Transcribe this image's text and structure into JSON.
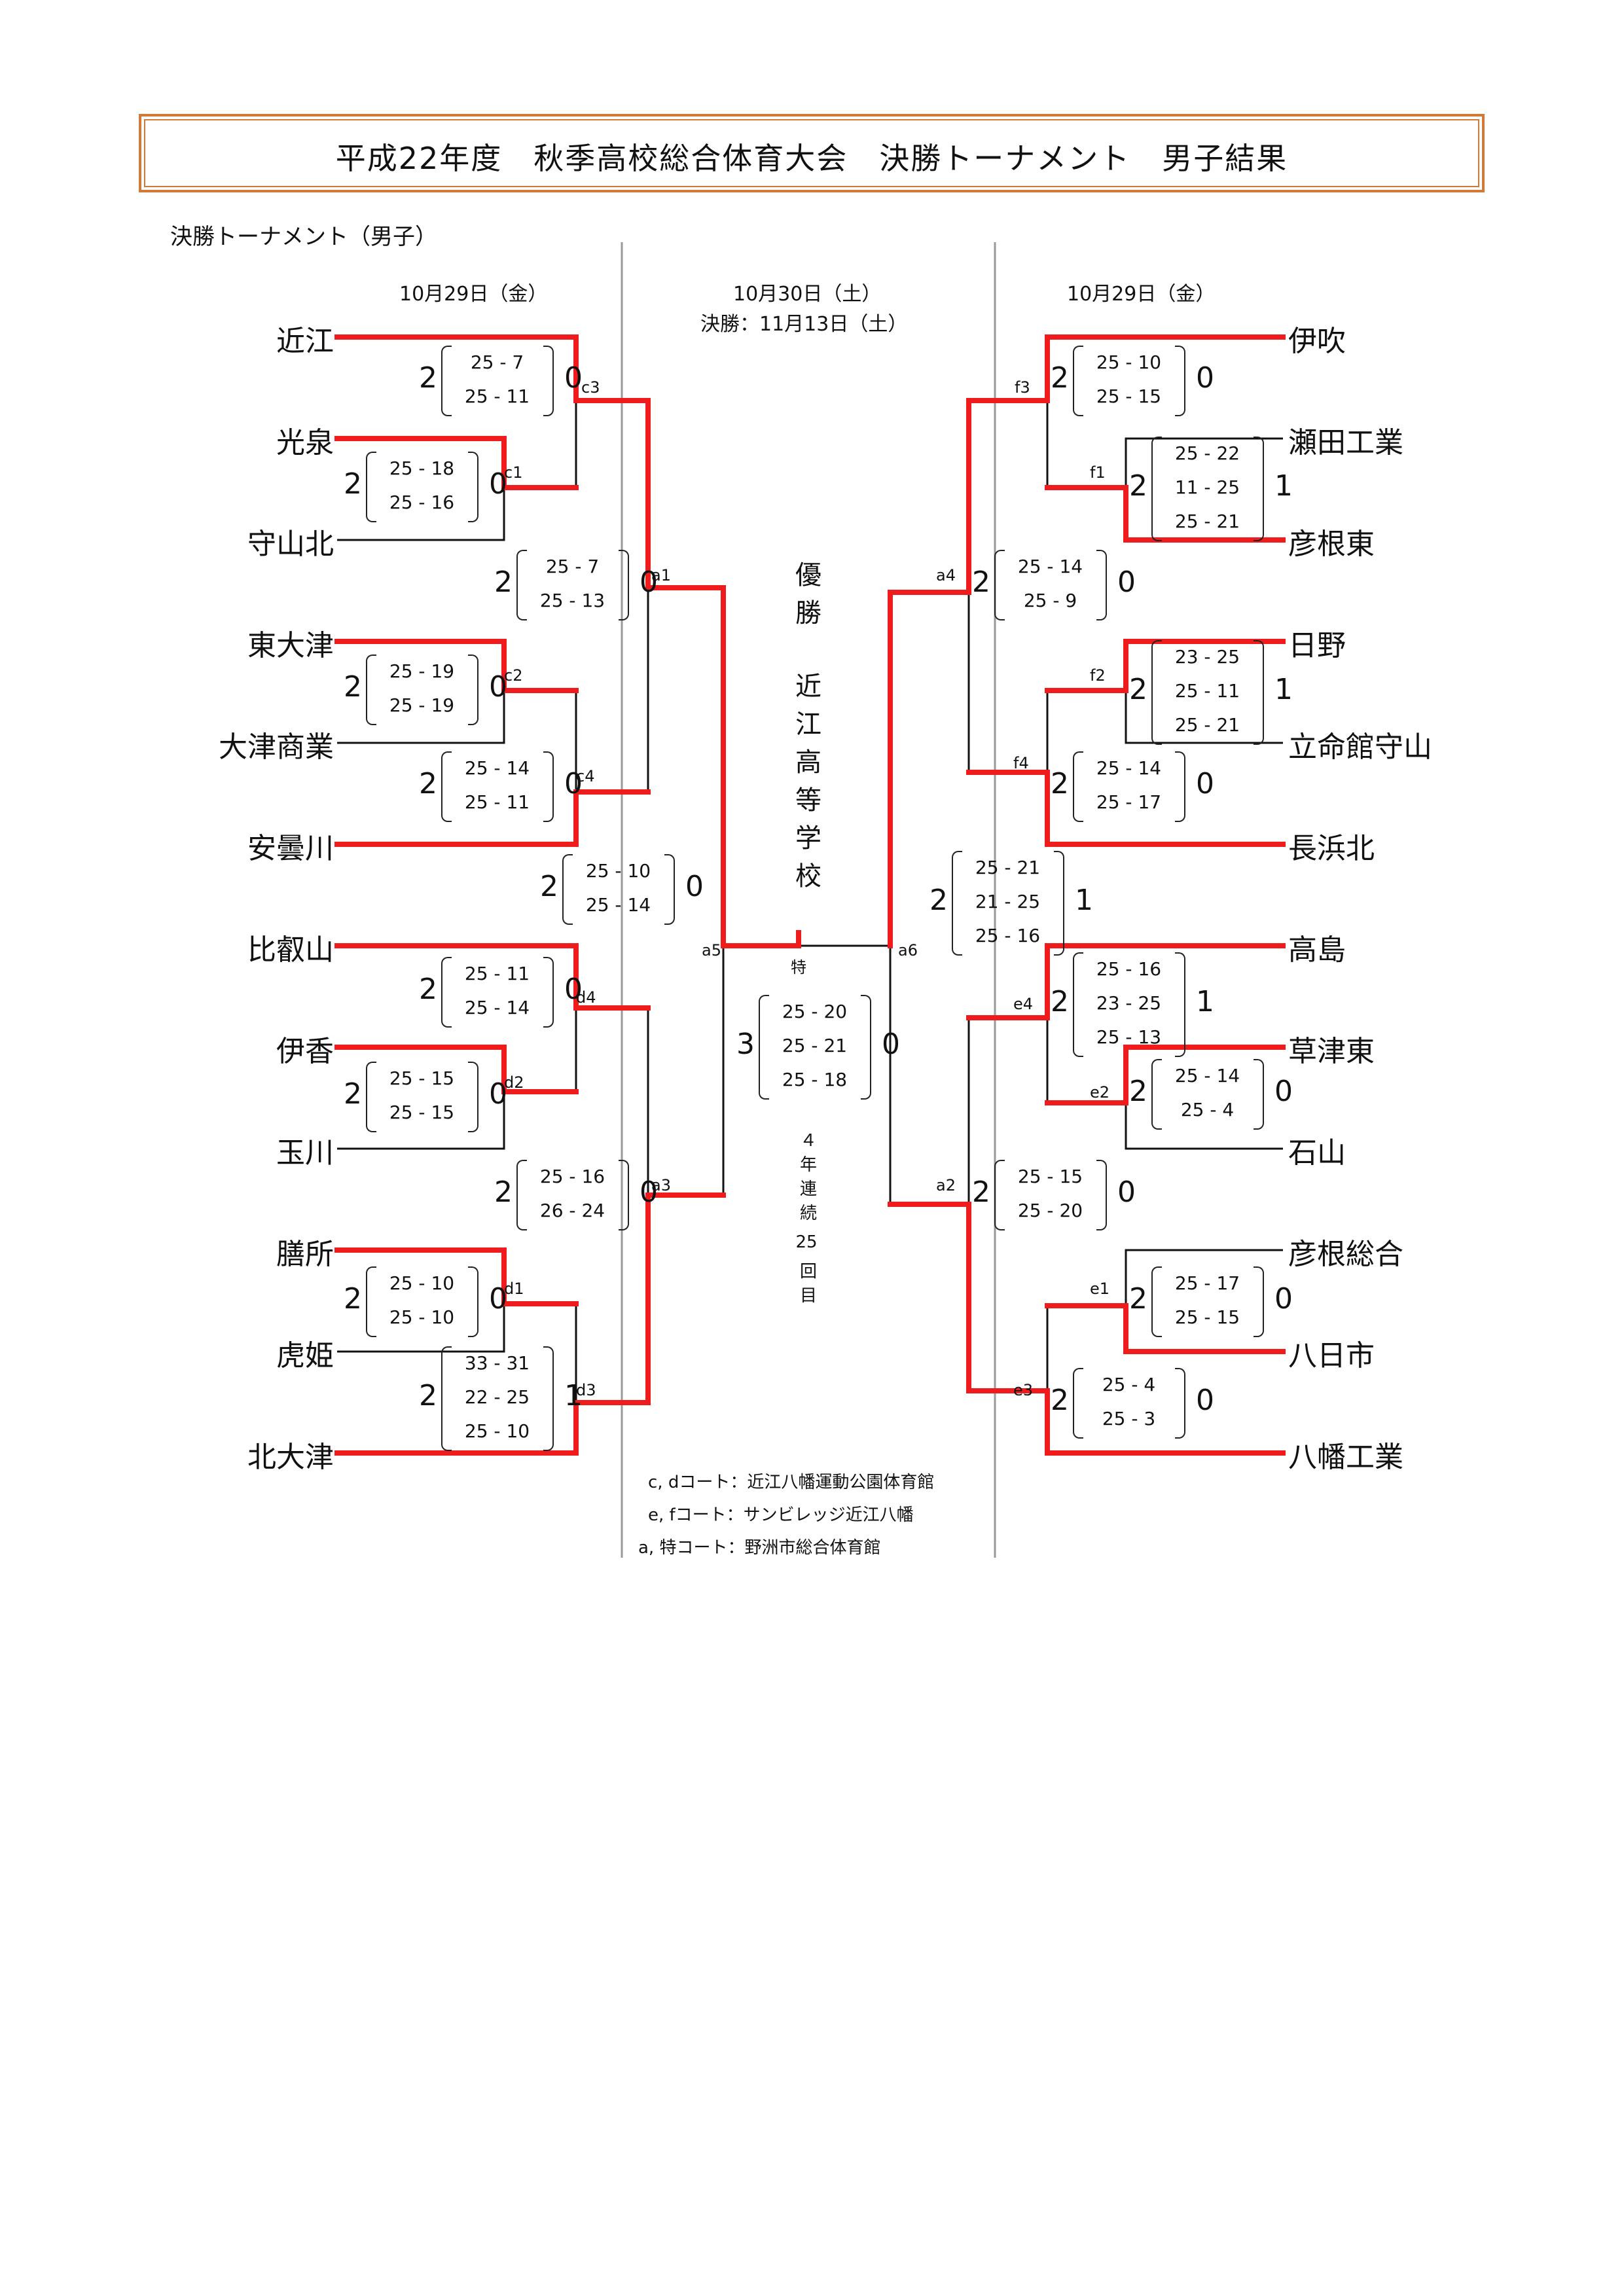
{
  "header": {
    "title": "平成22年度　秋季高校総合体育大会　決勝トーナメント　男子結果",
    "border_color": "#d07a3a"
  },
  "section_label": "決勝トーナメント（男子）",
  "dates": {
    "left": "10月29日（金）",
    "center_line1": "10月30日（土）",
    "center_line2": "決勝：11月13日（土）",
    "right": "10月29日（金）"
  },
  "colors": {
    "winner_line": "#ee1c1c",
    "loser_line": "#111111",
    "guide_line": "#999999"
  },
  "left_teams": [
    "近江",
    "光泉",
    "守山北",
    "東大津",
    "大津商業",
    "安曇川",
    "比叡山",
    "伊香",
    "玉川",
    "膳所",
    "虎姫",
    "北大津"
  ],
  "right_teams": [
    "伊吹",
    "瀬田工業",
    "彦根東",
    "日野",
    "立命館守山",
    "長浜北",
    "高島",
    "草津東",
    "石山",
    "彦根総合",
    "八日市",
    "八幡工業"
  ],
  "matches": {
    "c1": {
      "id": "c1",
      "winner": "光泉",
      "loser": "守山北",
      "w": "2",
      "l": "0",
      "sets": [
        "25 - 18",
        "25 - 16"
      ]
    },
    "c3": {
      "id": "c3",
      "winner": "近江",
      "loser": "光泉",
      "w": "2",
      "l": "0",
      "sets": [
        "25 -  7",
        "25 - 11"
      ]
    },
    "c2": {
      "id": "c2",
      "winner": "東大津",
      "loser": "大津商業",
      "w": "2",
      "l": "0",
      "sets": [
        "25 - 19",
        "25 - 19"
      ]
    },
    "c4": {
      "id": "c4",
      "winner": "安曇川",
      "loser": "東大津",
      "w": "2",
      "l": "0",
      "sets": [
        "25 - 14",
        "25 - 11"
      ]
    },
    "a1": {
      "id": "a1",
      "winner": "近江",
      "loser": "安曇川",
      "w": "2",
      "l": "0",
      "sets": [
        "25 -  7",
        "25 - 13"
      ]
    },
    "d2": {
      "id": "d2",
      "winner": "伊香",
      "loser": "玉川",
      "w": "2",
      "l": "0",
      "sets": [
        "25 - 15",
        "25 - 15"
      ]
    },
    "d4": {
      "id": "d4",
      "winner": "比叡山",
      "loser": "伊香",
      "w": "2",
      "l": "0",
      "sets": [
        "25 - 11",
        "25 - 14"
      ]
    },
    "d1": {
      "id": "d1",
      "winner": "膳所",
      "loser": "虎姫",
      "w": "2",
      "l": "0",
      "sets": [
        "25 - 10",
        "25 - 10"
      ]
    },
    "d3": {
      "id": "d3",
      "winner": "北大津",
      "loser": "膳所",
      "w": "2",
      "l": "1",
      "sets": [
        "33 - 31",
        "22 - 25",
        "25 - 10"
      ]
    },
    "a3": {
      "id": "a3",
      "winner": "北大津",
      "loser": "比叡山",
      "w": "2",
      "l": "0",
      "sets": [
        "25 - 16",
        "26 - 24"
      ]
    },
    "a5": {
      "id": "a5",
      "winner": "近江",
      "loser": "北大津",
      "w": "2",
      "l": "0",
      "sets": [
        "25 - 10",
        "25 - 14"
      ]
    },
    "f1": {
      "id": "f1",
      "winner": "彦根東",
      "loser": "瀬田工業",
      "w": "2",
      "l": "1",
      "sets": [
        "25 - 22",
        "11 - 25",
        "25 - 21"
      ]
    },
    "f3": {
      "id": "f3",
      "winner": "伊吹",
      "loser": "彦根東",
      "w": "2",
      "l": "0",
      "sets": [
        "25 - 10",
        "25 - 15"
      ]
    },
    "f2": {
      "id": "f2",
      "winner": "日野",
      "loser": "立命館守山",
      "w": "2",
      "l": "1",
      "sets": [
        "23 - 25",
        "25 - 11",
        "25 - 21"
      ]
    },
    "f4": {
      "id": "f4",
      "winner": "長浜北",
      "loser": "日野",
      "w": "2",
      "l": "0",
      "sets": [
        "25 - 14",
        "25 - 17"
      ]
    },
    "a4": {
      "id": "a4",
      "winner": "伊吹",
      "loser": "長浜北",
      "w": "2",
      "l": "0",
      "sets": [
        "25 - 14",
        "25 -  9"
      ]
    },
    "e4": {
      "id": "e4",
      "winner": "高島",
      "loser": "草津東",
      "w": "2",
      "l": "1",
      "sets": [
        "25 - 16",
        "23 - 25",
        "25 - 13"
      ]
    },
    "e2": {
      "id": "e2",
      "winner": "草津東",
      "loser": "石山",
      "w": "2",
      "l": "0",
      "sets": [
        "25 - 14",
        "25 -  4"
      ]
    },
    "e1": {
      "id": "e1",
      "winner": "八日市",
      "loser": "彦根総合",
      "w": "2",
      "l": "0",
      "sets": [
        "25 - 17",
        "25 - 15"
      ]
    },
    "e3": {
      "id": "e3",
      "winner": "八幡工業",
      "loser": "八日市",
      "w": "2",
      "l": "0",
      "sets": [
        "25 -  4",
        "25 -  3"
      ]
    },
    "a2": {
      "id": "a2",
      "winner": "八幡工業",
      "loser": "高島",
      "w": "2",
      "l": "0",
      "sets": [
        "25 - 15",
        "25 - 20"
      ]
    },
    "a6": {
      "id": "a6",
      "winner": "高島",
      "loser": "八幡工業",
      "w": "2",
      "l": "1",
      "sets": [
        "25 - 21",
        "21 - 25",
        "25 - 16"
      ]
    },
    "final": {
      "id": "特",
      "winner": "近江",
      "loser": "高島",
      "w": "3",
      "l": "0",
      "sets": [
        "25 - 20",
        "25 - 21",
        "25 - 18"
      ]
    }
  },
  "champion": {
    "label": [
      "優",
      "勝"
    ],
    "name": [
      "近",
      "江",
      "高",
      "等",
      "学",
      "校"
    ],
    "streak": [
      "４",
      "年",
      "連",
      "続"
    ],
    "count": "25",
    "count_suffix": [
      "回",
      "目"
    ]
  },
  "venues": [
    "c, dコート：近江八幡運動公園体育館",
    "e, fコート：サンビレッジ近江八幡",
    "a, 特コート：野洲市総合体育館"
  ]
}
